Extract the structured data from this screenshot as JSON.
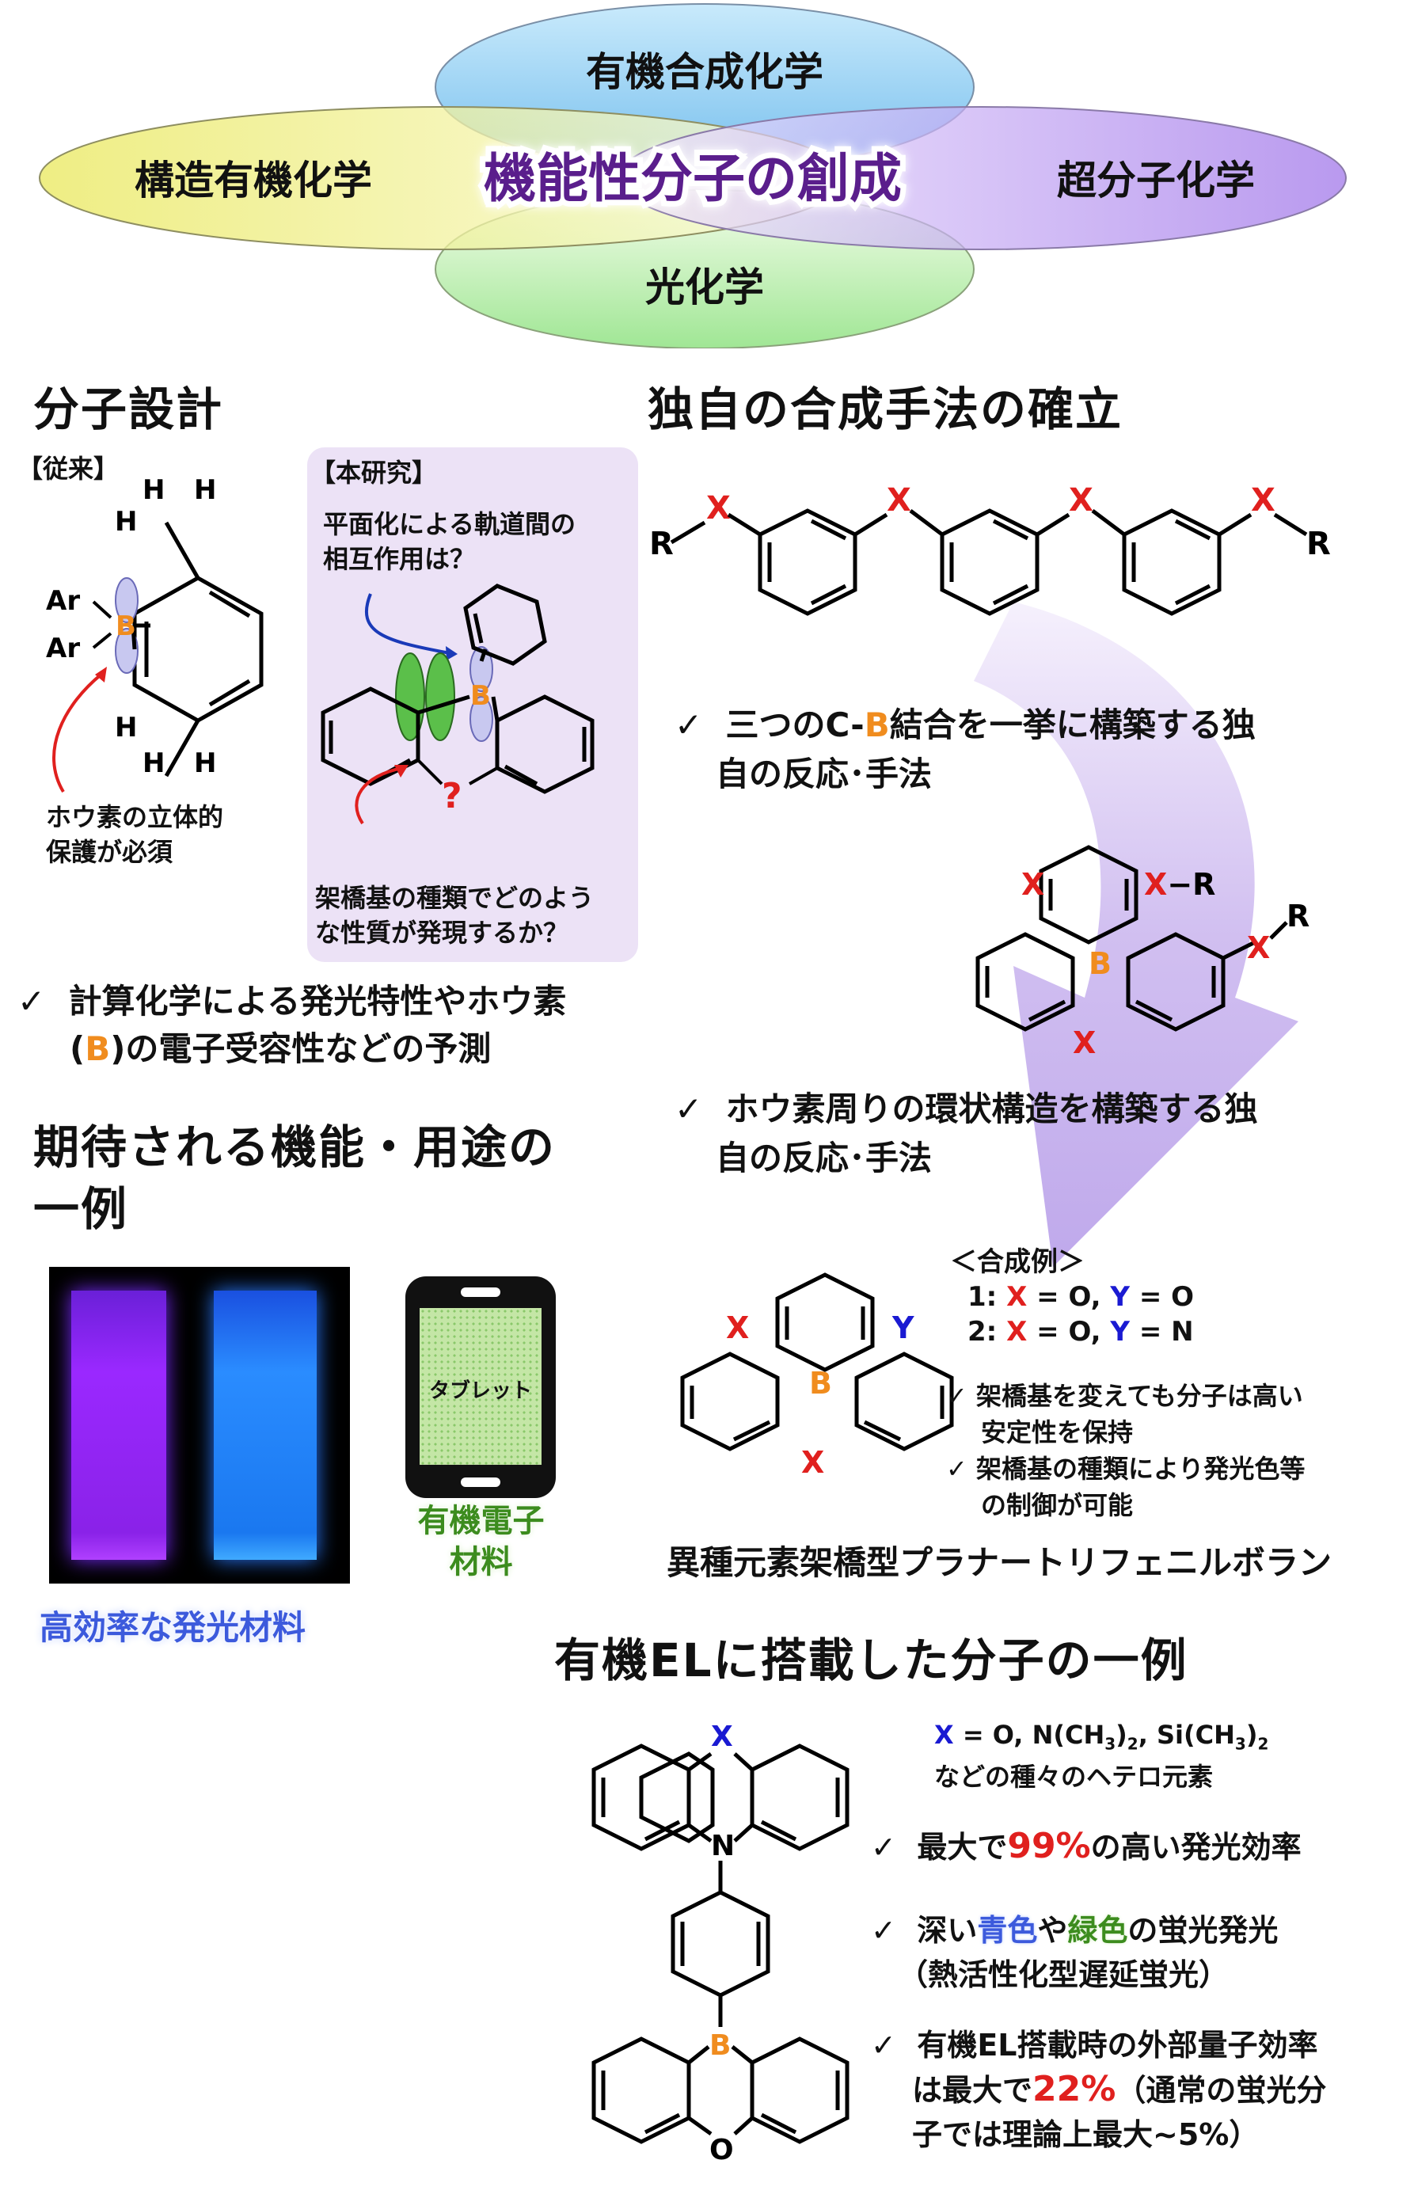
{
  "venn": {
    "top": "有機合成化学",
    "left": "構造有機化学",
    "right": "超分子化学",
    "bottom": "光化学",
    "center": "機能性分子の創成"
  },
  "molecular_design": {
    "heading": "分子設計",
    "conventional_tag": "【従来】",
    "this_study_tag": "【本研究】",
    "question": [
      "平面化による軌道間の",
      "相互作用は？"
    ],
    "protect_note": [
      "ホウ素の立体的",
      "保護が必須"
    ],
    "bridge_note": [
      "架橋基の種類でどのよう",
      "な性質が発現するか？"
    ],
    "atoms": {
      "H": "H",
      "Ar": "Ar",
      "B": "B",
      "qmark": "?"
    },
    "prediction": [
      "計算化学による発光特性やホウ素",
      "の電子受容性などの予測"
    ],
    "prediction_b": "B"
  },
  "synthesis": {
    "heading": "独自の合成手法の確立",
    "atoms": {
      "R": "R",
      "X": "X",
      "Y": "Y",
      "B": "B",
      "XR": "X−R"
    },
    "step1": [
      "三つのC-",
      "B",
      "結合を一挙に構築する独",
      "自の反応･手法"
    ],
    "step2": [
      "ホウ素周りの環状構造を構築する独",
      "自の反応･手法"
    ],
    "examples_title": "＜合成例＞",
    "example1": [
      "1: ",
      "X",
      " = O, ",
      "Y",
      " = O"
    ],
    "example2": [
      "2: ",
      "X",
      " = O, ",
      "Y",
      " = N"
    ],
    "notes": [
      [
        "架橋基を変えても分子は高い",
        "安定性を保持"
      ],
      [
        "架橋基の種類により発光色等",
        "の制御が可能"
      ]
    ],
    "caption": "異種元素架橋型プラナートリフェニルボラン"
  },
  "functions": {
    "heading": [
      "期待される機能・用途の",
      "一例"
    ],
    "luminescent_label": "高効率な発光材料",
    "tablet_label": "タブレット",
    "electronics_label": [
      "有機電子",
      "材料"
    ]
  },
  "oled": {
    "heading": "有機ELに搭載した分子の一例",
    "atoms": {
      "X": "X",
      "N": "N",
      "B": "B",
      "O": "O"
    },
    "x_def": "= O, N(CH",
    "x_def_full": [
      "X",
      " = O, N(CH",
      "3",
      ")",
      "2",
      ", Si(CH",
      "3",
      ")",
      "2"
    ],
    "hetero": "などの種々のヘテロ元素",
    "eff_line": [
      "最大で",
      "99%",
      "の高い発光効率"
    ],
    "color_line": [
      "深い",
      "青色",
      "や",
      "緑色",
      "の蛍光発光"
    ],
    "color_sub": "（熱活性化型遅延蛍光）",
    "eqe_lines": [
      [
        "有機EL搭載時の外部量子効率"
      ],
      [
        "は最大で",
        "22%",
        "（通常の蛍光分"
      ],
      [
        "子では理論上最大~5%）"
      ]
    ]
  },
  "colors": {
    "orange_B": "#f08c1e",
    "red_X": "#e0201e",
    "blue_Y": "#1a1ad2",
    "green_label": "#3c8c1e",
    "blue_label": "#3c5adc",
    "purple_center": "#5a1e8c"
  }
}
